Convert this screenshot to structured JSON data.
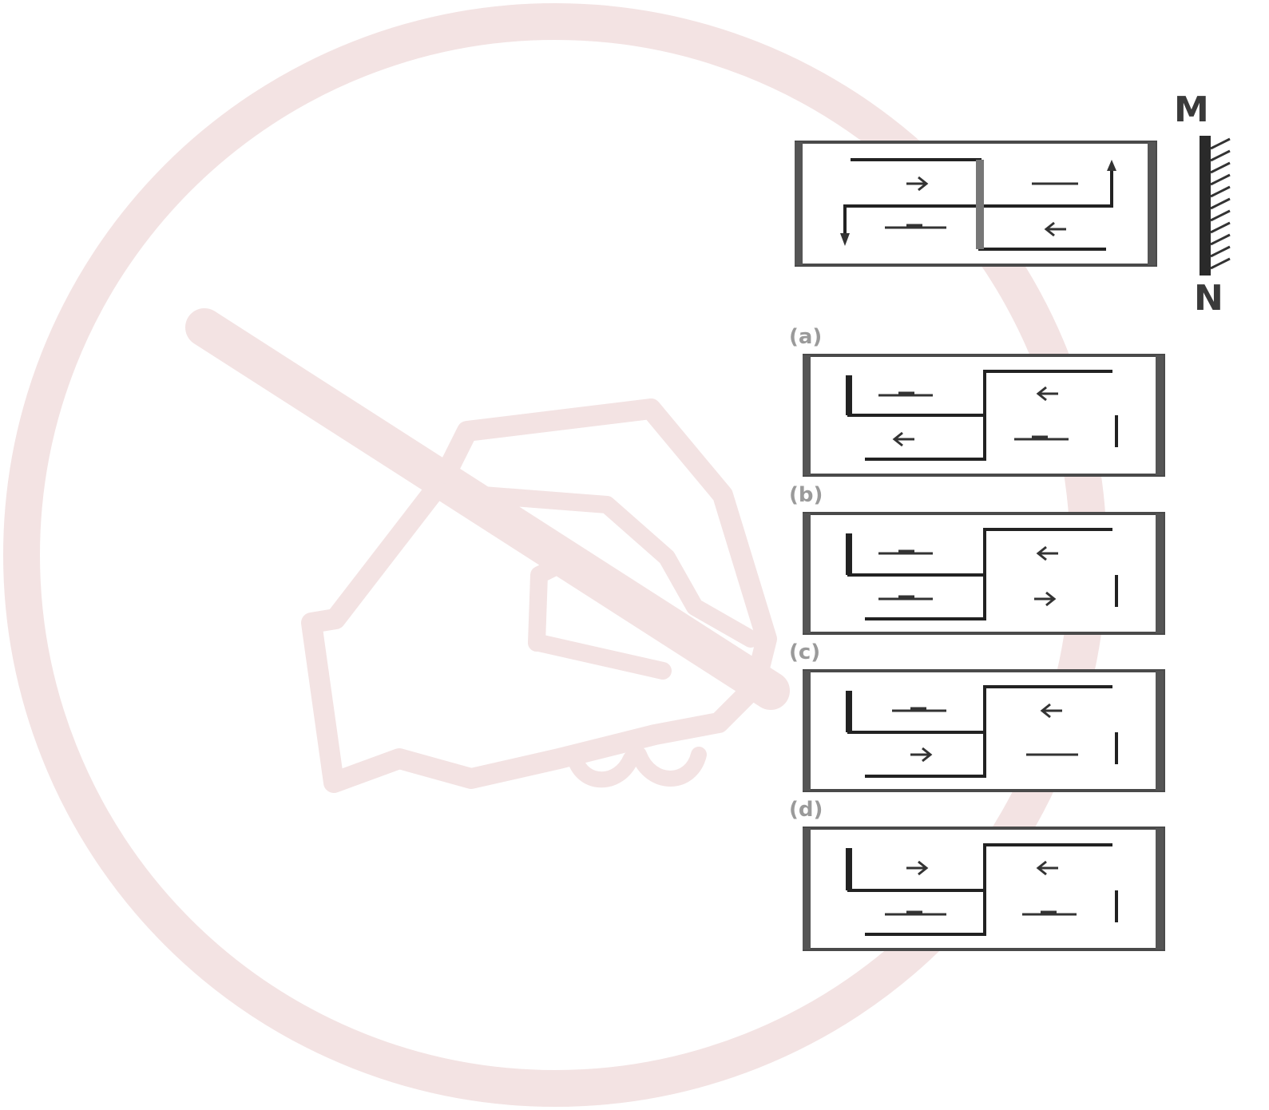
{
  "mirror": {
    "top_label": "M",
    "bottom_label": "N"
  },
  "options": [
    {
      "label": "(a)"
    },
    {
      "label": "(b)"
    },
    {
      "label": "(c)"
    },
    {
      "label": "(d)"
    }
  ],
  "colors": {
    "watermark": "#f3e3e3",
    "diagram_ink": "#222222",
    "label_grey": "#9a9a9a"
  },
  "icons": {
    "watermark": "no-writing-icon"
  }
}
